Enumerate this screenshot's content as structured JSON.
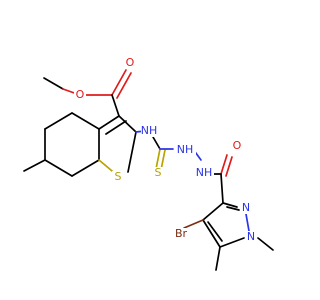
{
  "atoms": {
    "ester_o_carbonyl": "O",
    "ester_o_single": "O",
    "ring_sulfur": "S",
    "amide_nh_1": "NH",
    "hydrazine_nh_left": "NH",
    "hydrazine_nh_right": "NH",
    "thione_sulfur": "S",
    "amide_o": "O",
    "pyrazole_n2": "N",
    "pyrazole_n1": "N",
    "bromine": "Br"
  },
  "colors": {
    "bond": "#000000",
    "oxygen": "#e11b1b",
    "nitrogen": "#2b35e8",
    "sulfur": "#b8a400",
    "bromine": "#7a2d12"
  }
}
